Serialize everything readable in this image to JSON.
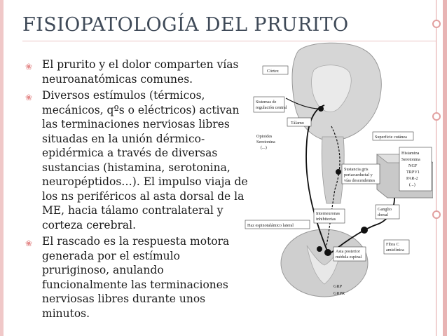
{
  "slide": {
    "title": "FISIOPATOLOGÍA DEL PRURITO",
    "bullet_icon": "circle-bullet-icon",
    "bullets": [
      "El prurito y el dolor comparten vías neuroanatómicas comunes.",
      "Diversos estímulos (térmicos, mecánicos, qºs o eléctricos) activan las terminaciones nerviosas libres situadas en la unión dérmico-epidérmica a través de diversas sustancias (histamina, serotonina, neuropéptidos…). El impulso viaja de los ns periféricos al asta dorsal de la ME, hacia tálamo contralateral y corteza cerebral.",
      "El rascado es la respuesta motora generada por el estímulo pruriginoso, anulando funcionalmente las terminaciones nerviosas libres durante unos minutos."
    ]
  },
  "diagram": {
    "labels": {
      "cortex": "Córtex",
      "control": [
        "Sistemas de",
        "regulación central"
      ],
      "thalamus": "Tálamo",
      "opioids": [
        "Opioides",
        "Serotonina",
        "(...)"
      ],
      "surface": "Superficie cutánea",
      "mediators": [
        "Histamina",
        "Serotonina",
        "NGF",
        "TRPV1",
        "PAR-2",
        "(...)"
      ],
      "pag": [
        "Sustancia gris",
        "periacueductal y",
        "vías descendentes"
      ],
      "interneurons": [
        "Interneuronas",
        "inhibitorias"
      ],
      "ganglion": [
        "Ganglio",
        "dorsal"
      ],
      "spinothalamic": "Haz espinotalámico lateral",
      "cfiber": [
        "Fibra C",
        "amielínica"
      ],
      "dorsal_horn": [
        "Asta posterior",
        "médula espinal"
      ],
      "grp": "GRP",
      "grpr": "GRPR"
    }
  }
}
